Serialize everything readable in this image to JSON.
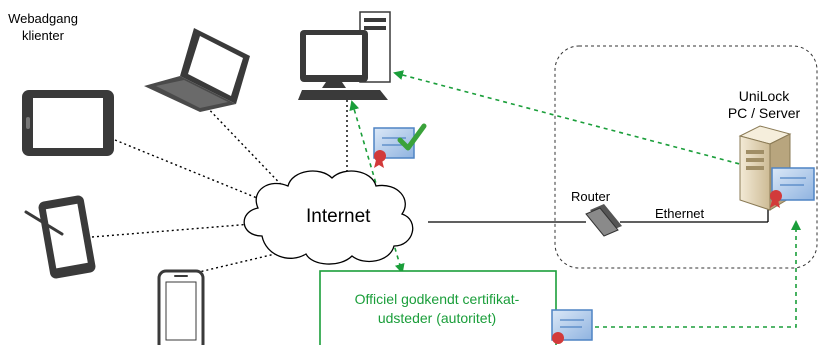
{
  "labels": {
    "clients_line1": "Webadgang",
    "clients_line2": "klienter",
    "internet": "Internet",
    "router": "Router",
    "ethernet": "Ethernet",
    "server_line1": "UniLock",
    "server_line2": "PC / Server",
    "ca_line1": "Officiel godkendt certifikat-",
    "ca_line2": "udsteder (autoritet)"
  },
  "colors": {
    "green_link": "#1a9e3a",
    "ca_border": "#1a9e3a",
    "ca_text": "#1a9e3a",
    "device_dark": "#3a3a3a",
    "cert_blue": "#4f84c4",
    "seal_red": "#d23a3a",
    "check_green": "#3aa23a",
    "server_beige": "#e8dcc0"
  },
  "icons": [
    "laptop-icon",
    "tablet-icon",
    "stylus-tablet-icon",
    "smartphone-icon",
    "desktop-pc-icon",
    "cloud-icon",
    "router-icon",
    "server-icon",
    "certificate-icon",
    "checkmark-icon"
  ]
}
